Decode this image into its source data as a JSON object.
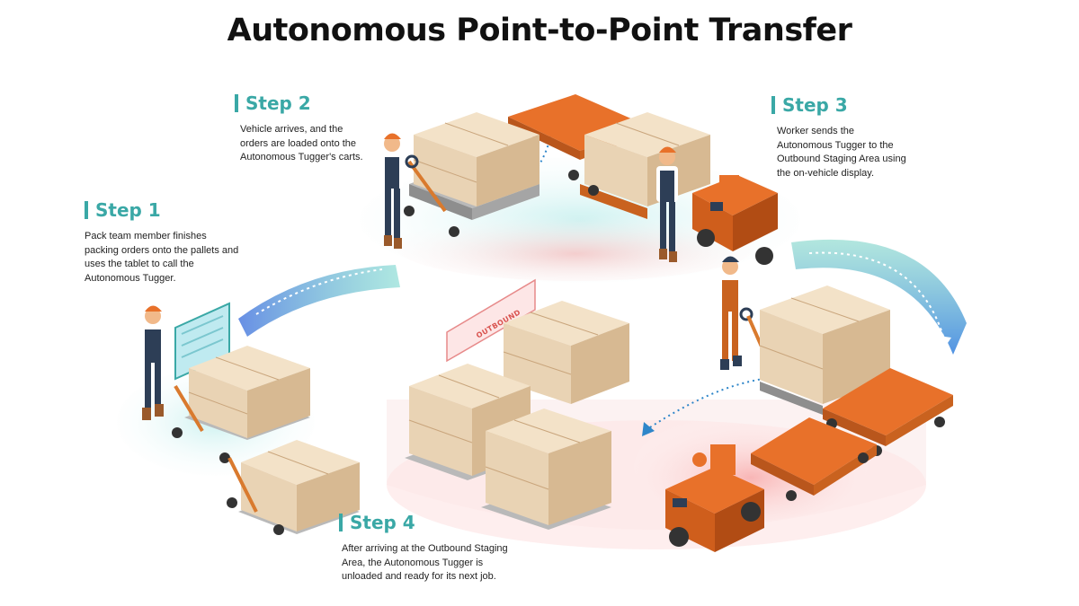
{
  "title": "Autonomous Point-to-Point Transfer",
  "steps": [
    {
      "label": "Step 1",
      "text": [
        "Pack team member finishes",
        "packing orders onto the pallets and",
        "uses the tablet to call the",
        "Autonomous Tugger."
      ]
    },
    {
      "label": "Step 2",
      "text": [
        "Vehicle arrives, and the",
        "orders are loaded onto the",
        "Autonomous Tugger's carts."
      ]
    },
    {
      "label": "Step 3",
      "text": [
        "Worker sends the",
        "Autonomous Tugger to the",
        "Outbound Staging Area using",
        "the on-vehicle display."
      ]
    },
    {
      "label": "Step 4",
      "text": [
        "After arriving at the Outbound Staging",
        "Area, the Autonomous Tugger is",
        "unloaded and ready for its next job."
      ]
    }
  ],
  "sign": "OUTBOUND",
  "colors": {
    "accent": "#3aa8a6",
    "vehicle": "#e8712a",
    "cart": "#d97a2e",
    "box": "#e9d3b4",
    "arrow": "#2f86c9"
  }
}
